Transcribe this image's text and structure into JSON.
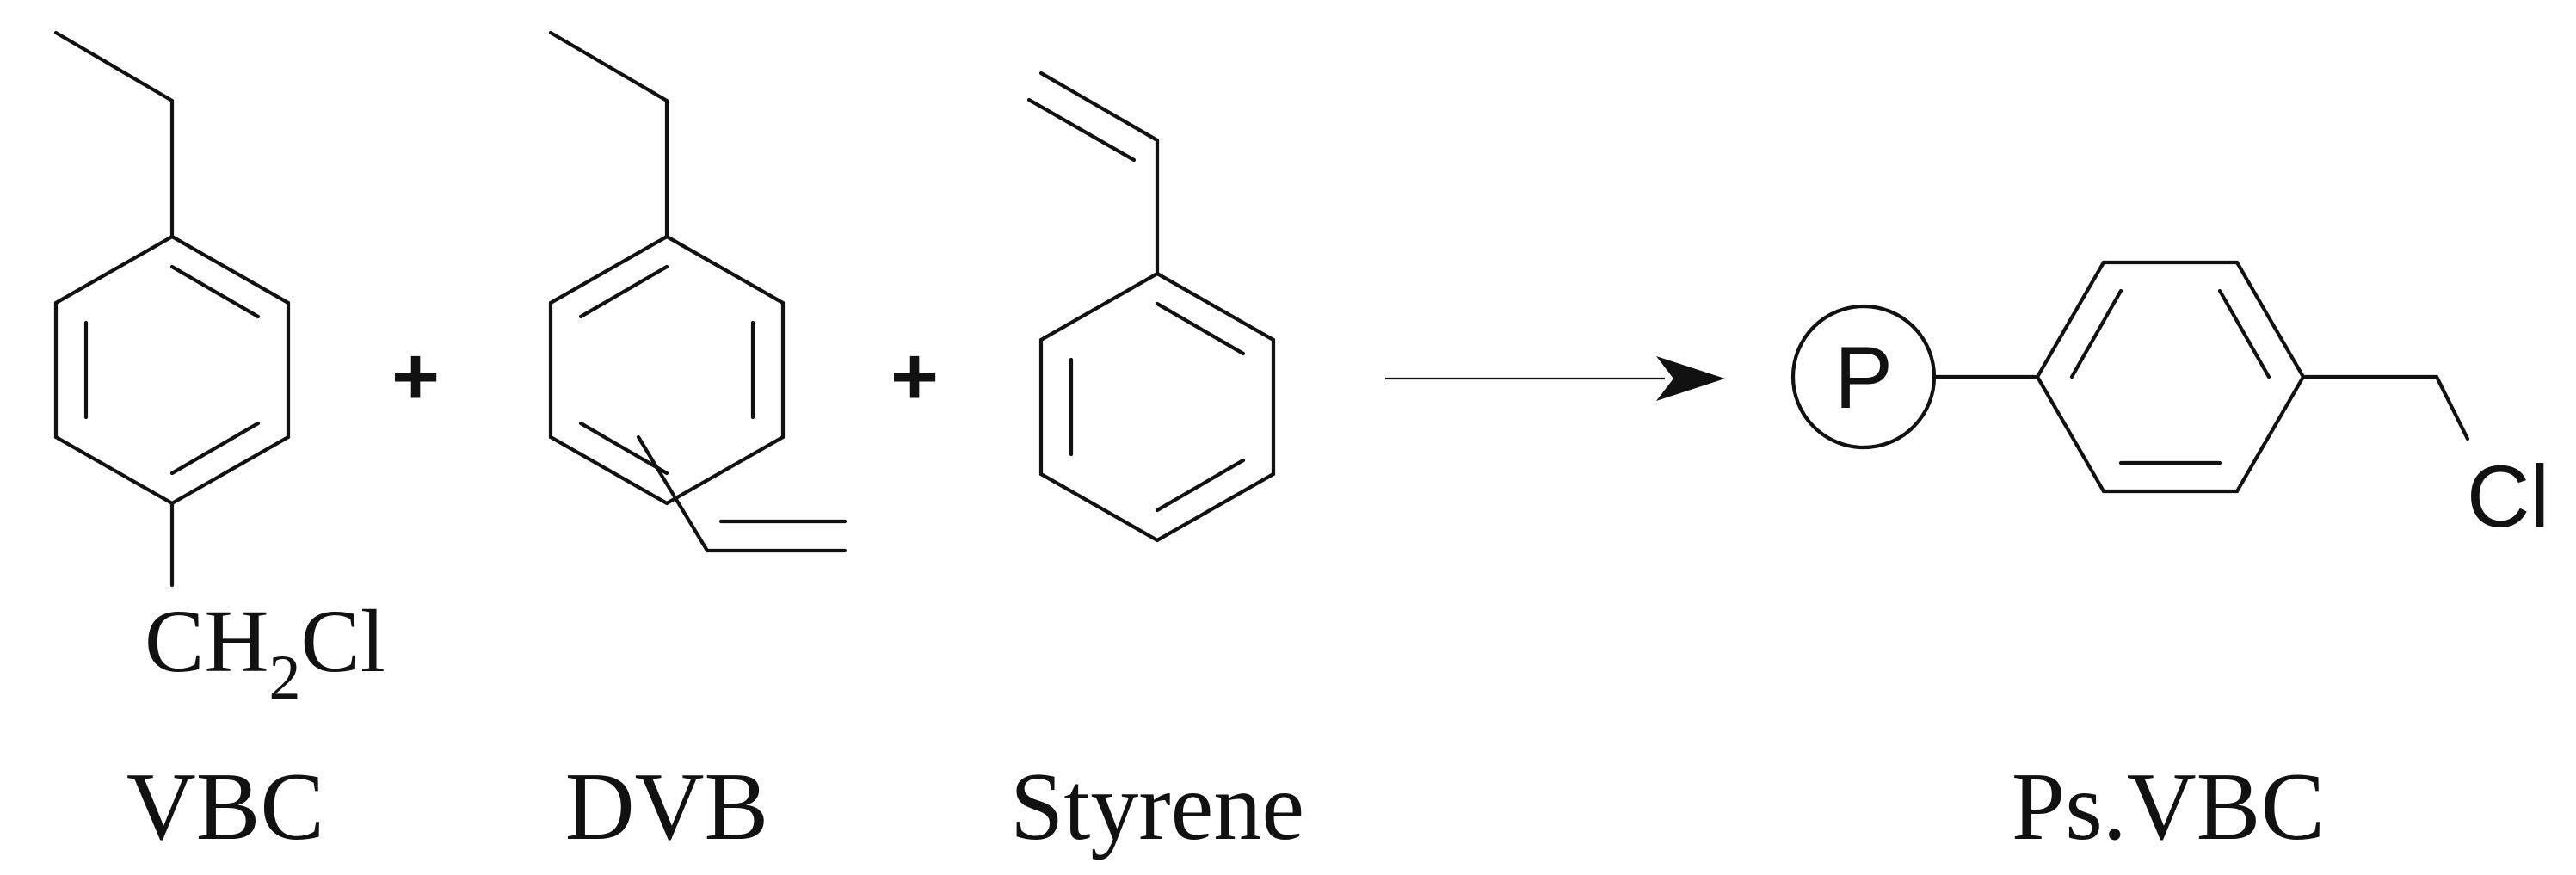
{
  "reactants": [
    {
      "id": "vbc",
      "name": "VBC",
      "substituent": {
        "prefix": "CH",
        "subscript": "2",
        "suffix": "Cl"
      }
    },
    {
      "id": "dvb",
      "name": "DVB"
    },
    {
      "id": "styrene",
      "name": "Styrene"
    }
  ],
  "operators": {
    "plus": "+"
  },
  "product": {
    "name": "Ps.VBC",
    "polymer_symbol": "P",
    "atom": "Cl"
  }
}
